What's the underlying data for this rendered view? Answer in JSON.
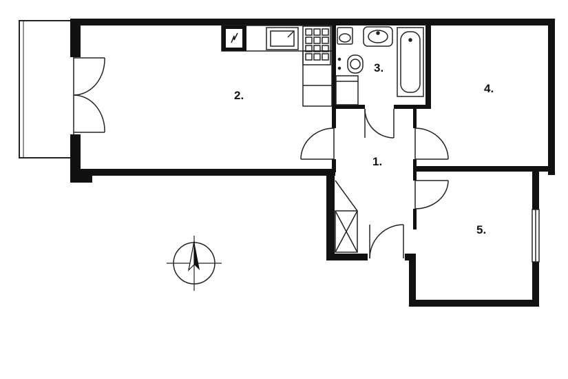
{
  "colors": {
    "wall": "#111111",
    "line": "#222222",
    "background": "#ffffff"
  },
  "rooms": [
    {
      "id": "hall",
      "label": "1."
    },
    {
      "id": "living-kitchen",
      "label": "2."
    },
    {
      "id": "bathroom",
      "label": "3."
    },
    {
      "id": "bedroom-large",
      "label": "4."
    },
    {
      "id": "bedroom-small",
      "label": "5."
    }
  ],
  "icons": [
    "compass-icon",
    "stove-icon",
    "sink-icon",
    "toilet-icon",
    "washbasin-icon",
    "bathtub-icon",
    "washing-machine-icon",
    "electric-box-icon"
  ]
}
